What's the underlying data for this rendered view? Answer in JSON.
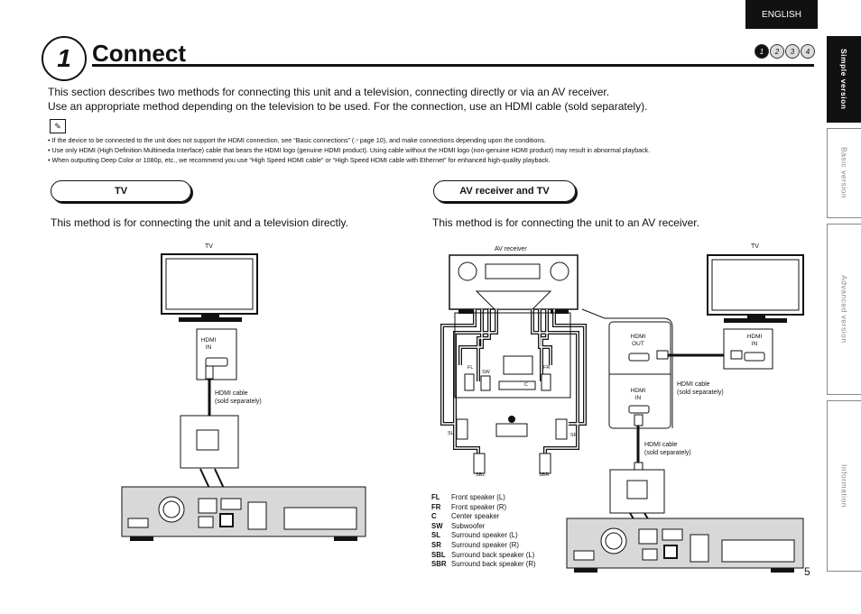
{
  "language_tab": "ENGLISH",
  "chapter_number": "1",
  "title": "Connect",
  "steps": [
    "1",
    "2",
    "3",
    "4"
  ],
  "side_tabs": [
    "Simple version",
    "Basic version",
    "Advanced version",
    "Information"
  ],
  "intro": [
    "This section describes two methods for connecting this unit and a television, connecting directly or via an AV receiver.",
    "Use an appropriate method depending on the television to be used. For the connection, use an HDMI cable (sold separately)."
  ],
  "notes": [
    "• If the device to be connected to the unit does not support the HDMI connection, see “Basic connections” (☞page 10), and make connections depending upon the conditions.",
    "• Use only HDMI (High Definition Multimedia Interface) cable that bears the HDMI logo (genuine HDMI product). Using cable without the HDMI logo (non-genuine HDMI product) may result in abnormal playback.",
    "• When outputting Deep Color or 1080p, etc., we recommend you use “High Speed HDMI cable” or “High Speed HDMI cable with Ethernet” for enhanced high-quality playback."
  ],
  "tv_section": {
    "heading": "TV",
    "description": "This method is for connecting the unit and a television directly.",
    "tv_label": "TV",
    "hdmi_in": "HDMI\nIN",
    "cable": "HDMI cable\n(sold separately)"
  },
  "av_section": {
    "heading": "AV receiver and TV",
    "description": "This method is for connecting the unit to an AV receiver.",
    "receiver_label": "AV receiver",
    "tv_label": "TV",
    "hdmi_out": "HDMI\nOUT",
    "hdmi_in_receiver": "HDMI\nIN",
    "hdmi_in_tv": "HDMI\nIN",
    "cable_top": "HDMI cable\n(sold separately)",
    "cable_bottom": "HDMI cable\n(sold separately)",
    "speaker_labels": {
      "fl": "FL",
      "fr": "FR",
      "sw": "SW",
      "c": "C",
      "sl": "SL",
      "sr": "SR",
      "sbl": "SBL",
      "sbr": "SBR"
    }
  },
  "legend": [
    {
      "key": "FL",
      "value": "Front speaker (L)"
    },
    {
      "key": "FR",
      "value": "Front speaker (R)"
    },
    {
      "key": "C",
      "value": "Center speaker"
    },
    {
      "key": "SW",
      "value": "Subwoofer"
    },
    {
      "key": "SL",
      "value": "Surround speaker (L)"
    },
    {
      "key": "SR",
      "value": "Surround speaker (R)"
    },
    {
      "key": "SBL",
      "value": "Surround back speaker (L)"
    },
    {
      "key": "SBR",
      "value": "Surround back speaker (R)"
    }
  ],
  "page_number": "5"
}
